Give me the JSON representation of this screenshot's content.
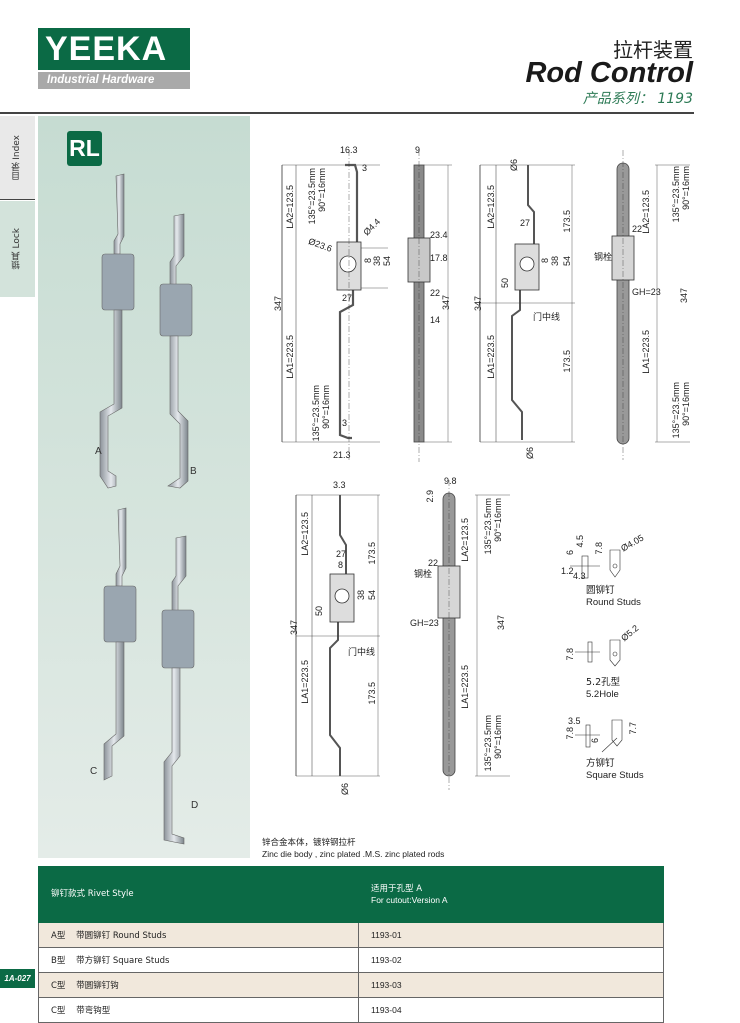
{
  "header": {
    "logo_text": "YEEKA",
    "logo_sub": "Industrial Hardware",
    "title_cn": "拉杆装置",
    "title_en": "Rod Control",
    "series": "产品系列： 1193"
  },
  "sidebar": [
    {
      "label": "目录 Index"
    },
    {
      "label": "锁具 Lock"
    }
  ],
  "badge": "RL",
  "product_labels": [
    "A",
    "B",
    "C",
    "D"
  ],
  "d1": [
    "16.3",
    "3",
    "LA2=123.5",
    "90°=16mm",
    "135°=23.5mm",
    "Ø4.4",
    "Ø23.6",
    "8",
    "38",
    "54",
    "27",
    "347",
    "LA1=223.5",
    "135°=23.5mm",
    "90°=16mm",
    "3",
    "21.3"
  ],
  "d2": [
    "9",
    "23.4",
    "17.8",
    "22",
    "347",
    "14"
  ],
  "d3": [
    "Ø6",
    "LA2=123.5",
    "27",
    "173.5",
    "8",
    "38",
    "54",
    "50",
    "347",
    "门中线",
    "LA1=223.5",
    "173.5",
    "Ø6"
  ],
  "d4": [
    "90°=16mm",
    "135°=23.5mm",
    "LA2=123.5",
    "22",
    "钢栓",
    "GH=23",
    "347",
    "LA1=223.5",
    "135°=23.5mm",
    "90°=16mm"
  ],
  "d5": [
    "3.3",
    "LA2=123.5",
    "27",
    "8",
    "173.5",
    "38",
    "54",
    "50",
    "347",
    "门中线",
    "LA1=223.5",
    "173.5",
    "Ø6"
  ],
  "d6": [
    "9.8",
    "2.9",
    "LA2=123.5",
    "90°=16mm",
    "135°=23.5mm",
    "22",
    "钢栓",
    "GH=23",
    "347",
    "LA1=223.5",
    "135°=23.5mm",
    "90°=16mm"
  ],
  "studs": [
    {
      "cn": "圆铆钉",
      "en": "Round Studs",
      "dims": [
        "6",
        "4.5",
        "7.8",
        "1.2",
        "4.3",
        "Ø4.05"
      ]
    },
    {
      "cn": "5.2孔型",
      "en": "5.2Hole",
      "dims": [
        "7.8",
        "Ø5.2"
      ]
    },
    {
      "cn": "方铆钉",
      "en": "Square Studs",
      "dims": [
        "3.5",
        "7.8",
        "6",
        "7.7"
      ]
    }
  ],
  "caption": {
    "cn": "锌合金本体，镀锌钢拉杆",
    "en": "Zinc die body , zinc plated .M.S. zinc plated rods"
  },
  "table": {
    "header": [
      "铆钉款式 Rivet Style",
      "适用于孔型 A",
      "For cutout:Version A"
    ],
    "rows": [
      {
        "type": "A型",
        "style": "带圆铆钉 Round Studs",
        "code": "1193-01"
      },
      {
        "type": "B型",
        "style": "带方铆钉 Square Studs",
        "code": "1193-02"
      },
      {
        "type": "C型",
        "style": "带圆铆钉钩",
        "code": "1193-03"
      },
      {
        "type": "C型",
        "style": "带弯钩型",
        "code": "1193-04"
      }
    ]
  },
  "page_number": "1A-027",
  "colors": {
    "brand": "#0b6a45",
    "row_alt": "#f1e8dc",
    "series": "#2c7a55"
  }
}
